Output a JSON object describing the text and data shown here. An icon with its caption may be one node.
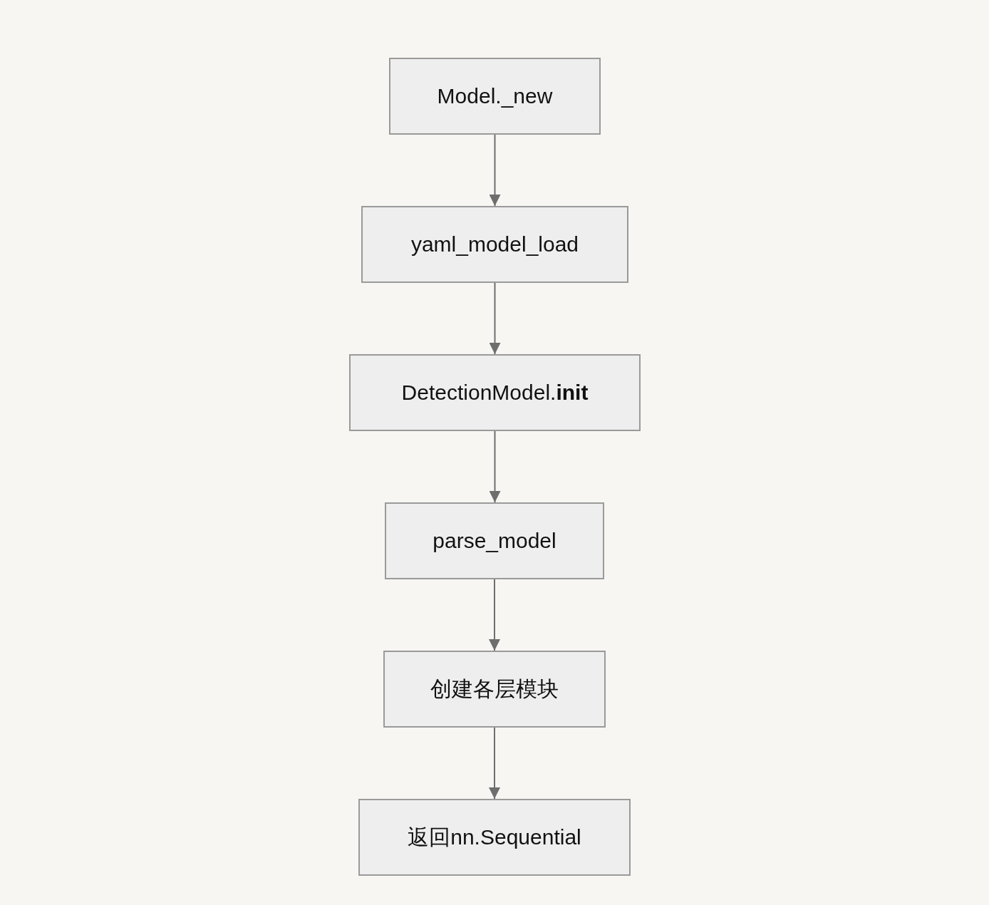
{
  "diagram": {
    "nodes": [
      {
        "text": [
          "Model._new"
        ]
      },
      {
        "text": [
          "yaml_model_load"
        ]
      },
      {
        "text": [
          "DetectionModel.**init**"
        ]
      },
      {
        "text": [
          "parse_model"
        ]
      },
      {
        "text": [
          "创建各层模块"
        ]
      },
      {
        "text": [
          "返回nn.Sequential"
        ]
      }
    ],
    "edges": [
      {
        "from": 0,
        "to": 1,
        "arrow": "to"
      },
      {
        "from": 1,
        "to": 2,
        "arrow": "to"
      },
      {
        "from": 2,
        "to": 3,
        "arrow": "to"
      },
      {
        "from": 3,
        "to": 4,
        "arrow": "to"
      },
      {
        "from": 4,
        "to": 5,
        "arrow": "to"
      }
    ]
  }
}
